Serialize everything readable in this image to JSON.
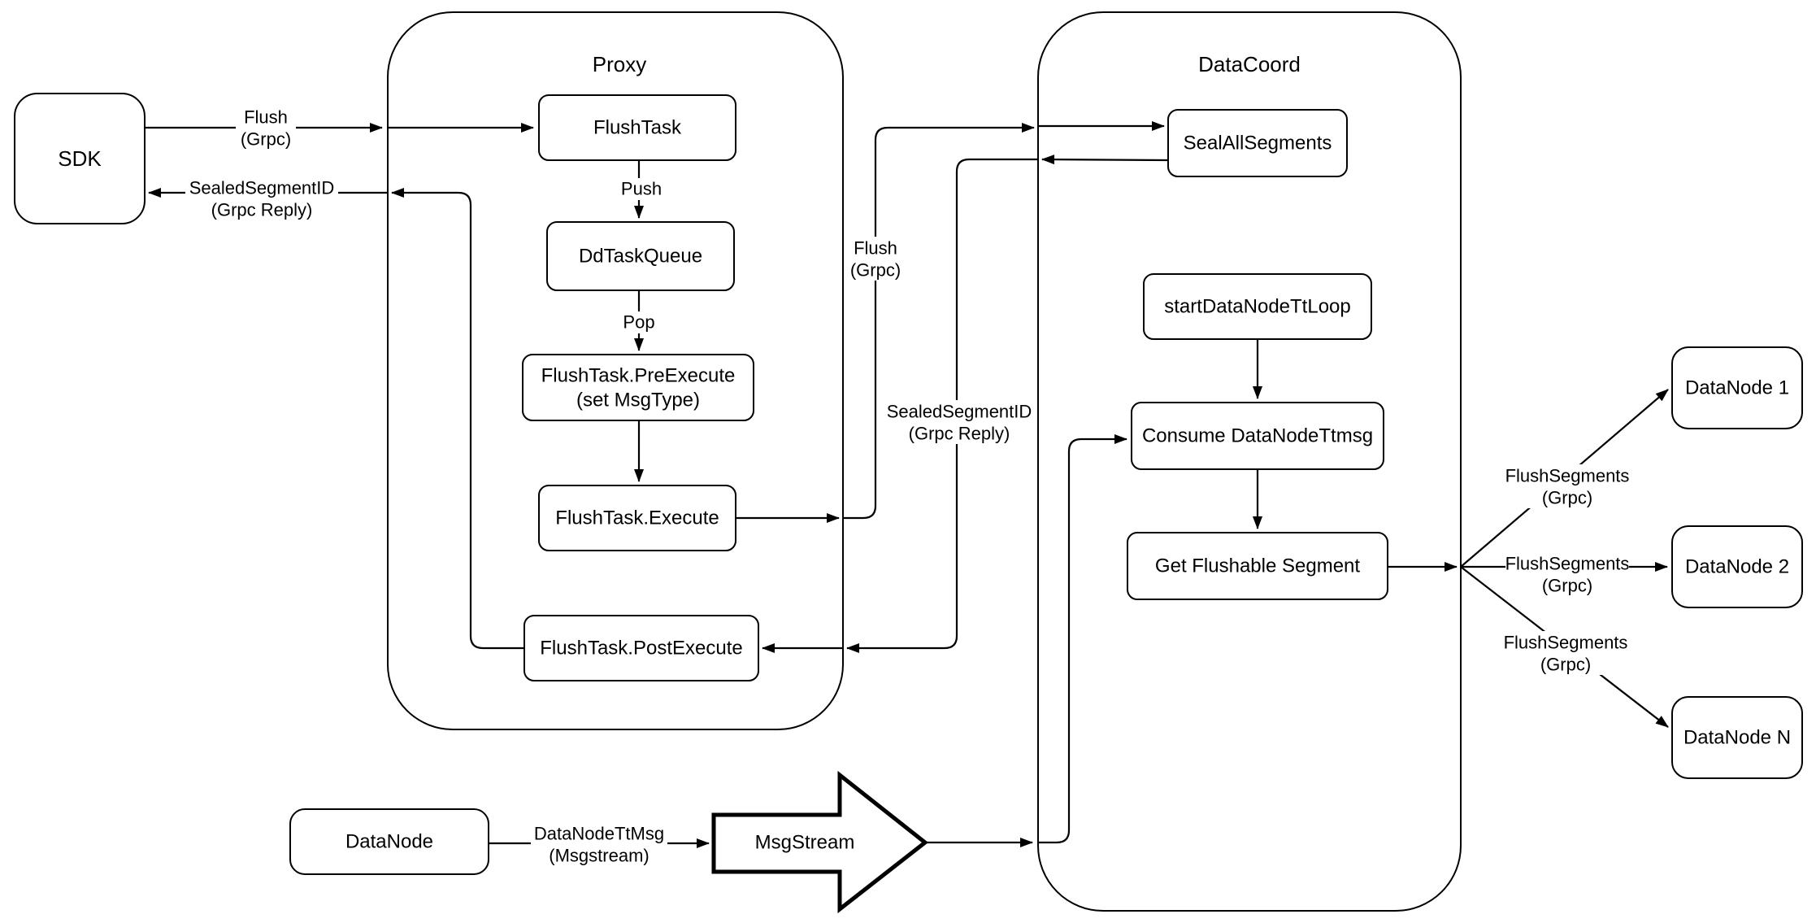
{
  "diagram": {
    "containers": {
      "proxy": {
        "title": "Proxy"
      },
      "datacoord": {
        "title": "DataCoord"
      }
    },
    "nodes": {
      "sdk": {
        "label": "SDK"
      },
      "flush_task": {
        "label": "FlushTask"
      },
      "dd_task_queue": {
        "label": "DdTaskQueue"
      },
      "pre_execute": {
        "label_line1": "FlushTask.PreExecute",
        "label_line2": "(set MsgType)"
      },
      "execute": {
        "label": "FlushTask.Execute"
      },
      "post_execute": {
        "label": "FlushTask.PostExecute"
      },
      "seal_all_segments": {
        "label": "SealAllSegments"
      },
      "start_data_node_tt_loop": {
        "label": "startDataNodeTtLoop"
      },
      "consume_data_node_ttmsg": {
        "label": "Consume DataNodeTtmsg"
      },
      "get_flushable_segment": {
        "label": "Get Flushable Segment"
      },
      "data_node_1": {
        "label": "DataNode 1"
      },
      "data_node_2": {
        "label": "DataNode 2"
      },
      "data_node_n": {
        "label": "DataNode N"
      },
      "data_node": {
        "label": "DataNode"
      },
      "msg_stream": {
        "label": "MsgStream"
      }
    },
    "edge_labels": {
      "flush_to_proxy": {
        "line1": "Flush",
        "line2": "(Grpc)"
      },
      "sealed_to_sdk": {
        "line1": "SealedSegmentID",
        "line2": "(Grpc Reply)"
      },
      "push": {
        "line1": "Push"
      },
      "pop": {
        "line1": "Pop"
      },
      "flush_to_datacoord": {
        "line1": "Flush",
        "line2": "(Grpc)"
      },
      "sealed_to_proxy": {
        "line1": "SealedSegmentID",
        "line2": "(Grpc Reply)"
      },
      "flush_segments_1": {
        "line1": "FlushSegments",
        "line2": "(Grpc)"
      },
      "flush_segments_2": {
        "line1": "FlushSegments",
        "line2": "(Grpc)"
      },
      "flush_segments_n": {
        "line1": "FlushSegments",
        "line2": "(Grpc)"
      },
      "data_node_tt_msg": {
        "line1": "DataNodeTtMsg",
        "line2": "(Msgstream)"
      }
    },
    "colors": {
      "stroke": "#000000",
      "node_fill": "#ffffff",
      "background": "#ffffff"
    }
  }
}
